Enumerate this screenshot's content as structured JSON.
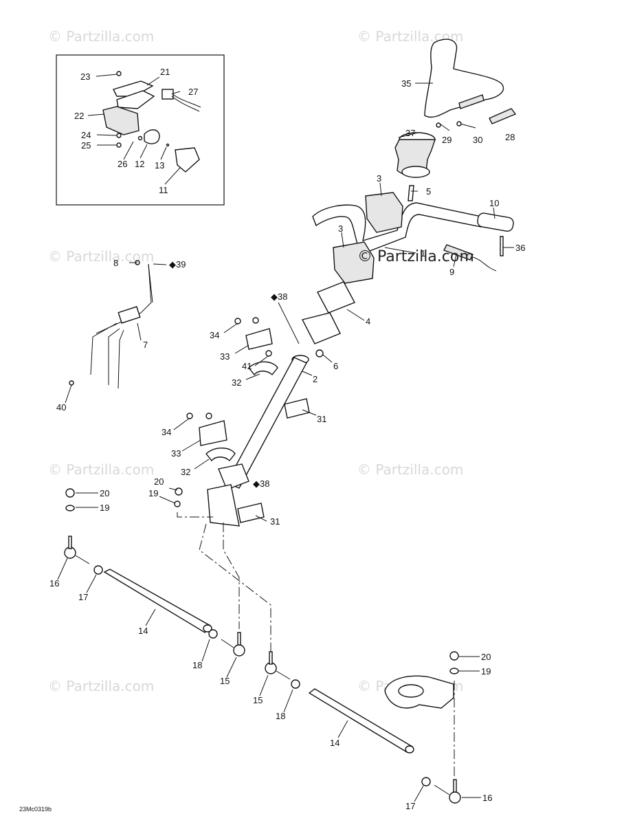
{
  "watermarks": {
    "text": "© Partzilla.com",
    "center_text": "© Partzilla.com"
  },
  "diagram_code": "23Mc0319b",
  "callouts": {
    "c1": "1",
    "c2": "2",
    "c3a": "3",
    "c3b": "3",
    "c4": "4",
    "c5": "5",
    "c6": "6",
    "c7": "7",
    "c8": "8",
    "c9": "9",
    "c10": "10",
    "c11": "11",
    "c12": "12",
    "c13": "13",
    "c14a": "14",
    "c14b": "14",
    "c15a": "15",
    "c15b": "15",
    "c16a": "16",
    "c16b": "16",
    "c17a": "17",
    "c17b": "17",
    "c18a": "18",
    "c18b": "18",
    "c19a": "19",
    "c19b": "19",
    "c19c": "19",
    "c20a": "20",
    "c20b": "20",
    "c20c": "20",
    "c21": "21",
    "c22": "22",
    "c23": "23",
    "c24": "24",
    "c25": "25",
    "c26": "26",
    "c27": "27",
    "c28": "28",
    "c29": "29",
    "c30": "30",
    "c31a": "31",
    "c31b": "31",
    "c32a": "32",
    "c32b": "32",
    "c33a": "33",
    "c33b": "33",
    "c34a": "34",
    "c34b": "34",
    "c35": "35",
    "c36": "36",
    "c37": "37",
    "c38a": "38",
    "c38b": "38",
    "c39": "39",
    "c40": "40",
    "c41": "41"
  }
}
